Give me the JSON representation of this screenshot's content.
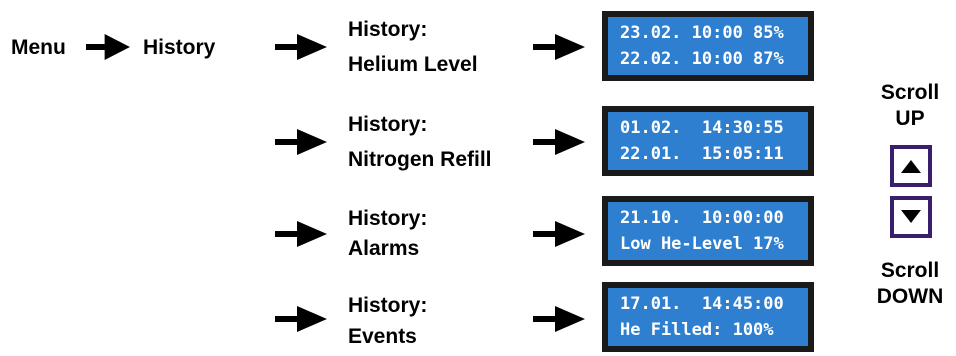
{
  "flow": {
    "menu": "Menu",
    "history": "History"
  },
  "entries": [
    {
      "title": "History:",
      "subtitle": "Helium Level",
      "lcd1": "23.02. 10:00 85%",
      "lcd2": "22.02. 10:00 87%"
    },
    {
      "title": "History:",
      "subtitle": "Nitrogen Refill",
      "lcd1": "01.02.  14:30:55",
      "lcd2": "22.01.  15:05:11"
    },
    {
      "title": "History:",
      "subtitle": "Alarms",
      "lcd1": "21.10.  10:00:00",
      "lcd2": "Low He-Level 17%"
    },
    {
      "title": "History:",
      "subtitle": "Events",
      "lcd1": "17.01.  14:45:00",
      "lcd2": "He Filled: 100%"
    }
  ],
  "scroll": {
    "up_line1": "Scroll",
    "up_line2": "UP",
    "down_line1": "Scroll",
    "down_line2": "DOWN"
  },
  "icons": {
    "arrow": "right-arrow-icon",
    "up": "triangle-up-icon",
    "down": "triangle-down-icon"
  },
  "colors": {
    "lcd_background": "#2e7fd0",
    "lcd_text": "#ffffff",
    "lcd_frame": "#1a1a1a",
    "button_border": "#3a1e6e"
  }
}
